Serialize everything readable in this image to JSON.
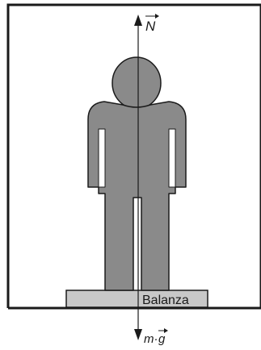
{
  "labels": {
    "normal_force": "N",
    "weight_prefix": "m·",
    "weight_g": "g",
    "scale": "Balanza"
  },
  "colors": {
    "figure_fill": "#8a8a8a",
    "figure_stroke": "#1a1a1a",
    "scale_fill": "#c8c8c8",
    "frame_stroke": "#1a1a1a",
    "arrow": "#1a1a1a"
  }
}
